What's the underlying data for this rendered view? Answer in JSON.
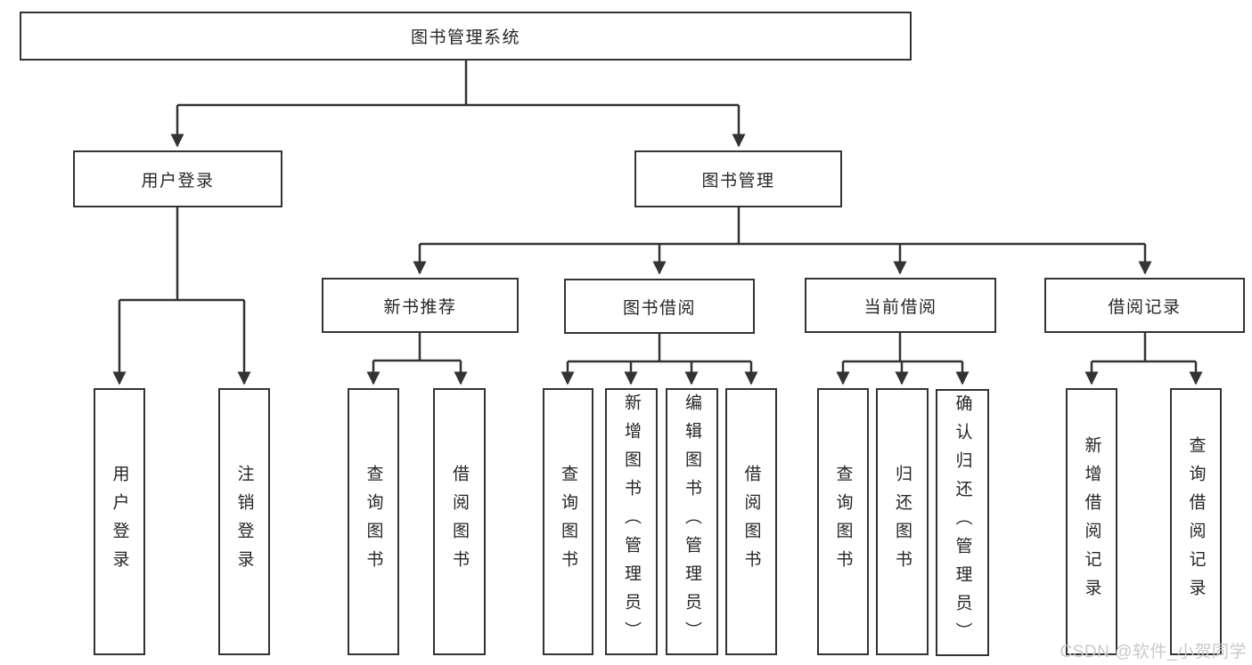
{
  "diagram_type": "hierarchy-tree",
  "tree": {
    "root": {
      "label": "图书管理系统"
    },
    "branches": [
      {
        "label": "用户登录",
        "children": [
          {
            "label": "用户登录"
          },
          {
            "label": "注销登录"
          }
        ]
      },
      {
        "label": "图书管理",
        "children": [
          {
            "label": "新书推荐",
            "children": [
              {
                "label": "查询图书"
              },
              {
                "label": "借阅图书"
              }
            ]
          },
          {
            "label": "图书借阅",
            "children": [
              {
                "label": "查询图书"
              },
              {
                "label": "新增图书（管理员）"
              },
              {
                "label": "编辑图书（管理员）"
              },
              {
                "label": "借阅图书"
              }
            ]
          },
          {
            "label": "当前借阅",
            "children": [
              {
                "label": "查询图书"
              },
              {
                "label": "归还图书"
              },
              {
                "label": "确认归还（管理员）"
              }
            ]
          },
          {
            "label": "借阅记录",
            "children": [
              {
                "label": "新增借阅记录"
              },
              {
                "label": "查询借阅记录"
              }
            ]
          }
        ]
      }
    ]
  },
  "watermark": {
    "text": "CSDN @软件_小贺同学"
  },
  "colors": {
    "line": "#333333",
    "box_border": "#333333",
    "text": "#262626",
    "watermark": "#c9c9c9",
    "background": "#ffffff"
  }
}
